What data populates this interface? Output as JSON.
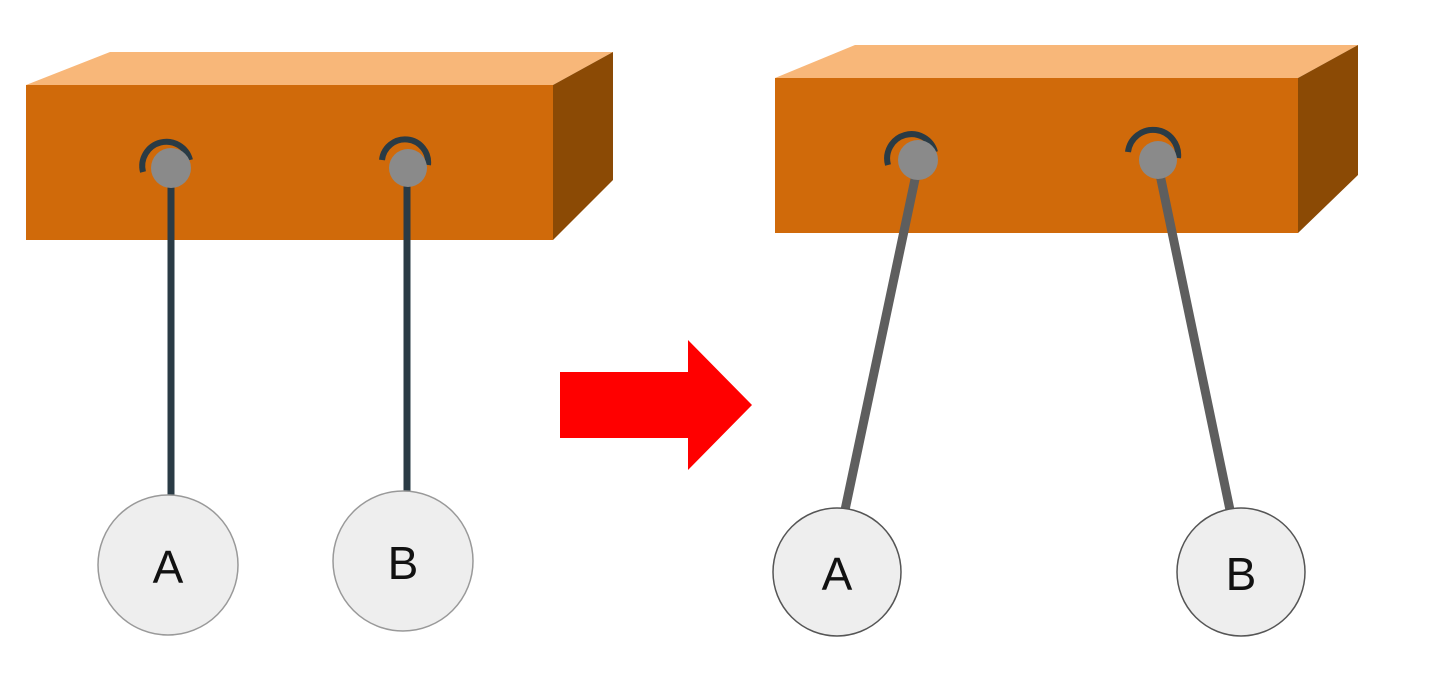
{
  "colors": {
    "front": "#D06A0A",
    "top": "#F8B779",
    "side": "#8B4A05",
    "rod_before": "#2A3B45",
    "rod_after": "#5E5E5E",
    "bob": "#EEEEEE",
    "pivot": "#8A8A8A",
    "arrow": "#FF0000"
  },
  "before": {
    "bob_a_label": "A",
    "bob_b_label": "B"
  },
  "after": {
    "bob_a_label": "A",
    "bob_b_label": "B"
  }
}
